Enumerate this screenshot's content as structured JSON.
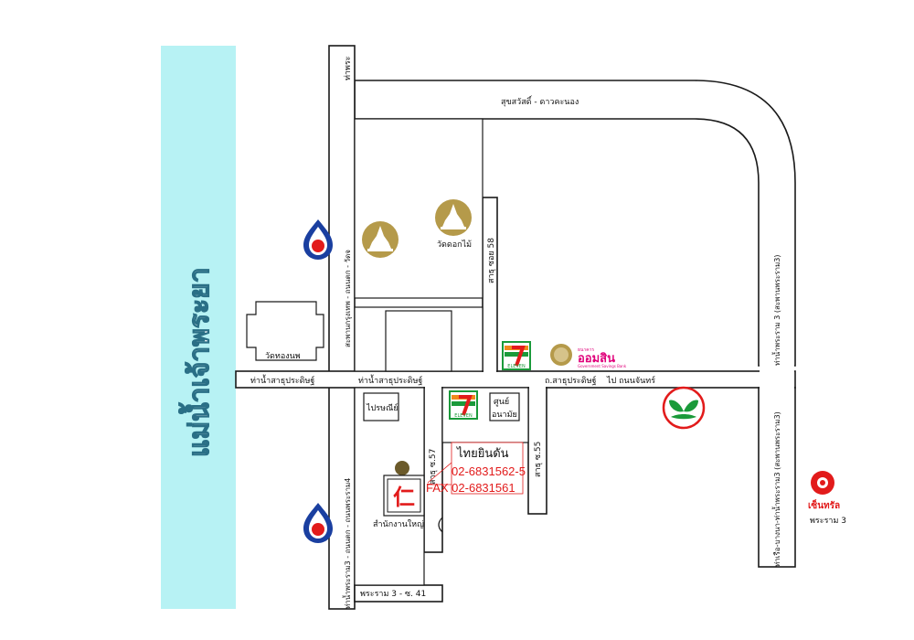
{
  "river": {
    "label": "แม่น้ำเจ้าพระยา",
    "color": "#b7f2f4"
  },
  "roads": {
    "top_left_vertical": "ท่าพระ",
    "top_horizontal": "สุขสวัสดิ์ - ดาวคะนอง",
    "left_vertical": "สะพานกรุงเทพ - ถนนตก - วัดจ",
    "soi58": "สาธุ ซอย 58",
    "main_road_left": "ท่าน้ำสาธุประดิษฐ์",
    "main_road_mid": "ท่าน้ำสาธุประดิษฐ์",
    "main_road_right_1": "ถ.สาธุประดิษฐ์",
    "main_road_right_2": "ไป ถนนจันทร์",
    "right_vertical_upper": "ท่าน้ำพระราม 3 (สะพานพระราม3)",
    "right_vertical_lower": "ท่าเรือ-บางนา-ท่าน้ำพระราม3 (สะพานพระราม3)",
    "lower_left_vertical": "ท่าน้ำพระราม3 - ถนนตก - ถนนพระราม4",
    "soi57": "สาธุ ซ.57",
    "soi55": "สาธุ ซ.55",
    "bottom": "พระราม 3 - ซ. 41"
  },
  "places": {
    "wat_dokmai": "วัดดอกไม้",
    "wat_thong": "วัดทองนพ",
    "post_office": "ไปรษณีย์",
    "health_center_line1": "ศูนย์",
    "health_center_line2": "อนามัย",
    "office": "สำนักงานใหญ่",
    "central": "เซ็นทรัล",
    "central_sub": "พระราม 3",
    "seven_eleven": "ELEVEN",
    "gsb_name": "ออมสิน",
    "gsb_top": "ธนาคาร",
    "gsb_sub": "Government Savings Bank"
  },
  "company": {
    "name": "ไทยยินดัน",
    "phone": "02-6831562-5",
    "fax": "FAX 02-6831561"
  },
  "icons": {
    "gas_station": "ptt-gas-station-icon",
    "temple": "temple-icon",
    "bank": "kasikorn-bank-icon",
    "store": "seven-eleven-icon",
    "logo": "company-logo-icon"
  },
  "colors": {
    "gsb_pink": "#e0007a",
    "red": "#e21b1b",
    "kbank_green": "#1a9a3a",
    "gold": "#b59a4a"
  }
}
